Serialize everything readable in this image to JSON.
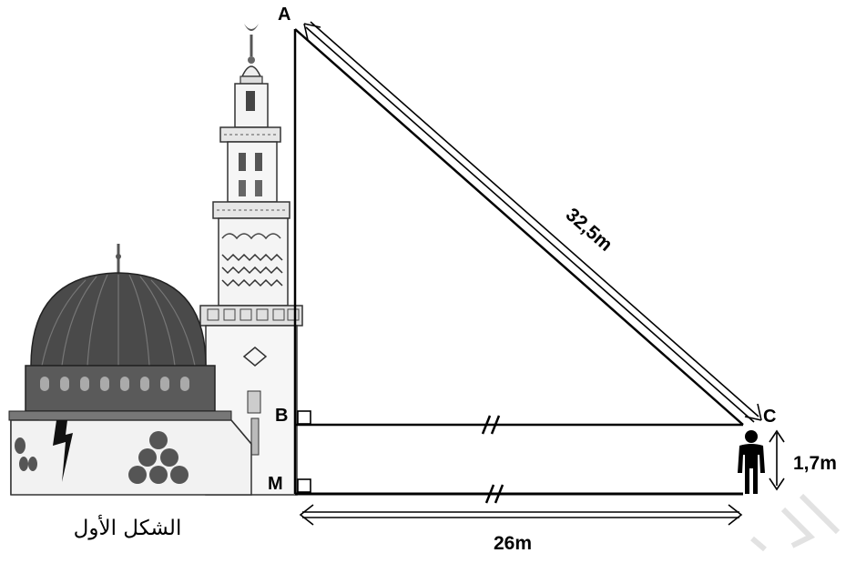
{
  "points": {
    "A": "A",
    "B": "B",
    "C": "C",
    "M": "M"
  },
  "dimensions": {
    "hypotenuse": "32,5m",
    "base": "26m",
    "person_height": "1,7m"
  },
  "caption": "الشكل الأول",
  "icons": {
    "building": "mosque-icon",
    "person": "person-icon"
  }
}
